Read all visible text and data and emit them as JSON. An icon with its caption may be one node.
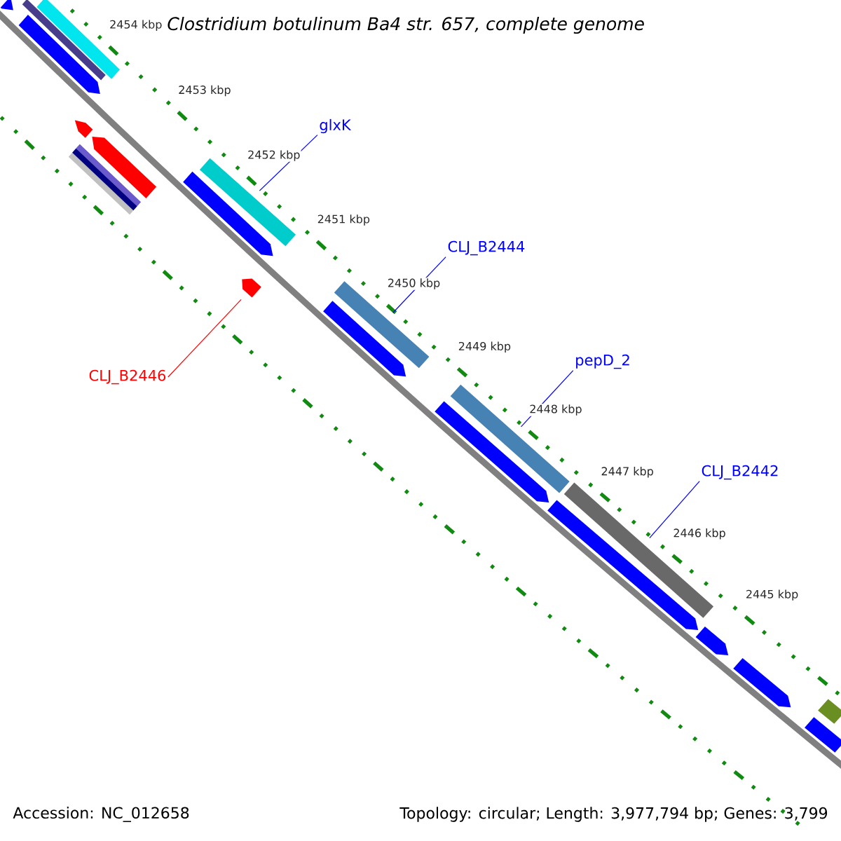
{
  "diagram": {
    "title": "Clostridium botulinum Ba4 str. 657, complete genome",
    "nodes": [
      {
        "text": [
          "glxK"
        ]
      },
      {
        "text": [],
        "shape": "bar"
      },
      {
        "text": [
          "CLJ_B2444"
        ]
      },
      {
        "text": [],
        "shape": "bar"
      },
      {
        "text": [
          "pepD_2"
        ]
      },
      {
        "text": [],
        "shape": "bar"
      },
      {
        "text": [
          "CLJ_B2446"
        ]
      },
      {
        "text": [],
        "shape": "arrow"
      },
      {
        "text": [
          "CLJ_B2442"
        ]
      },
      {
        "text": [],
        "shape": "bar"
      },
      {
        "text": [],
        "shape": "pentagon"
      },
      {
        "text": [],
        "shape": "bar"
      },
      {
        "text": [],
        "shape": "bar"
      },
      {
        "text": [],
        "shape": "pentagon"
      },
      {
        "text": [],
        "shape": "pentagon"
      },
      {
        "text": [],
        "shape": "pentagon"
      },
      {
        "text": [],
        "shape": "bar"
      },
      {
        "text": [],
        "shape": "pentagon"
      },
      {
        "text": [],
        "shape": "pentagon"
      },
      {
        "text": [],
        "shape": "pentagon"
      },
      {
        "text": [],
        "shape": "pentagon"
      },
      {
        "text": [],
        "shape": "pentagon"
      },
      {
        "text": [],
        "shape": "pentagon"
      },
      {
        "text": [],
        "shape": "bar"
      },
      {
        "text": [],
        "shape": "pentagon"
      }
    ],
    "edges": [
      {
        "from": 0,
        "to": 1,
        "arrow": "none"
      },
      {
        "from": 2,
        "to": 3,
        "arrow": "none"
      },
      {
        "from": 4,
        "to": 5,
        "arrow": "none"
      },
      {
        "from": 6,
        "to": 7,
        "arrow": "none",
        "color": "#ff0000"
      },
      {
        "from": 8,
        "to": 9,
        "arrow": "none"
      }
    ],
    "labels": [
      "2454 kbp",
      "2453 kbp",
      "2452 kbp",
      "2451 kbp",
      "2450 kbp",
      "2449 kbp",
      "2448 kbp",
      "2447 kbp",
      "2446 kbp",
      "2445 kbp",
      "Accession: NC_012658",
      "Topology: circular; Length: 3,977,794 bp; Genes: 3,799"
    ]
  }
}
